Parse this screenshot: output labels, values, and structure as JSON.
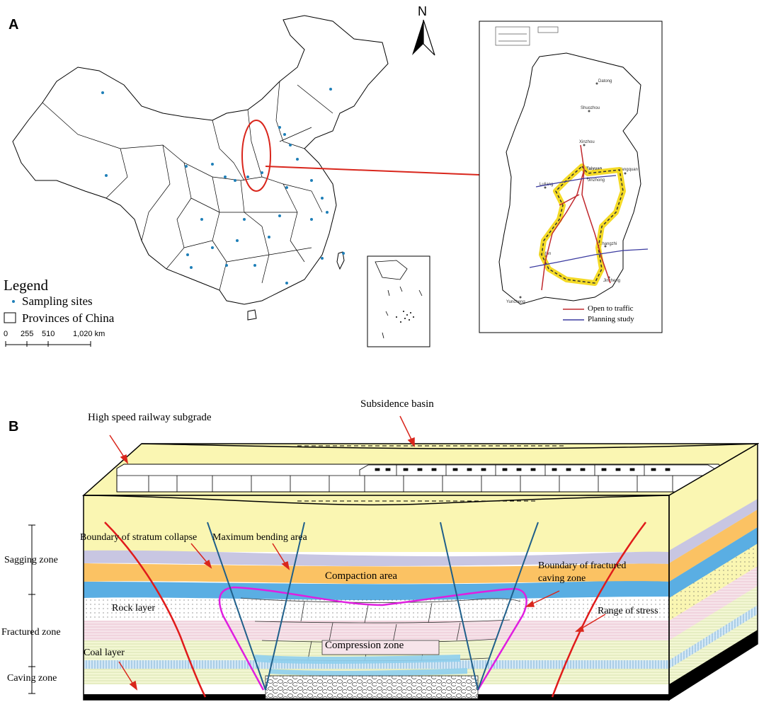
{
  "panel_a": {
    "letter": "A",
    "north_label": "N",
    "legend": {
      "title": "Legend",
      "sampling_sites": "Sampling sites",
      "provinces": "Provinces of China"
    },
    "scale": {
      "ticks": [
        "0",
        "255",
        "510",
        "1,020 km"
      ]
    },
    "inset_map": {
      "cities": [
        "Datong",
        "Shuozhou",
        "Xinzhou",
        "Taiyuan",
        "Yangquan",
        "Jinzhong",
        "Luliang",
        "Linfen",
        "Changzhi",
        "Jincheng",
        "Yuncheng"
      ],
      "legend_open": "Open to traffic",
      "legend_planning": "Planning study",
      "colors": {
        "open": "#c0282d",
        "planning": "#3b3ba0",
        "highlight": "#f2d400"
      }
    },
    "colors": {
      "sites": "#1f7fb8",
      "callout": "#d9261c"
    }
  },
  "panel_b": {
    "letter": "B",
    "labels": {
      "railway": "High speed railway subgrade",
      "basin": "Subsidence basin",
      "boundary_collapse": "Boundary of stratum collapse",
      "max_bending": "Maximum bending area",
      "compaction": "Compaction area",
      "boundary_fractured_1": "Boundary of fractured",
      "boundary_fractured_2": "caving zone",
      "rock_layer": "Rock layer",
      "range_stress": "Range of stress",
      "compression": "Compression zone",
      "coal_layer": "Coal layer"
    },
    "zones": {
      "sagging": "Sagging zone",
      "fractured": "Fractured zone",
      "caving": "Caving zone"
    },
    "colors": {
      "soil": "#faf6b2",
      "lavender": "#c8c6e2",
      "orange": "#fbc263",
      "blue": "#5aaee3",
      "pink": "#f4dde3",
      "magenta": "#e01ee0",
      "red_line": "#e01b1b",
      "teal_line": "#1f5f8a"
    }
  }
}
